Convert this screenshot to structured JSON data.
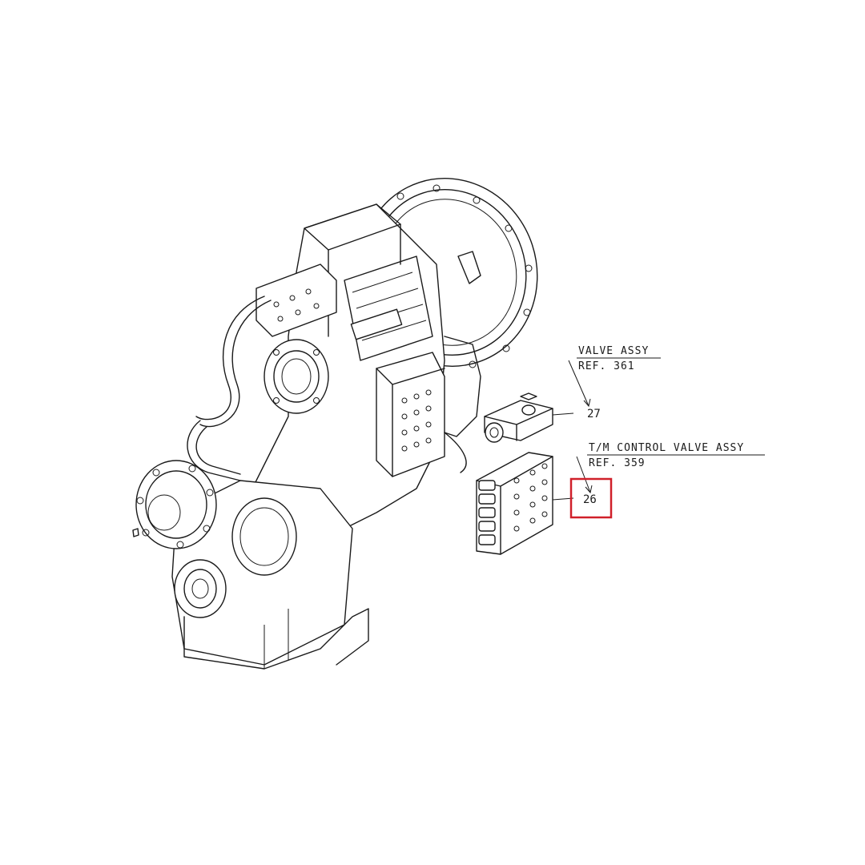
{
  "callouts": [
    {
      "title": "VALVE ASSY",
      "ref": "REF. 361",
      "number": "27"
    },
    {
      "title": "T/M CONTROL VALVE ASSY",
      "ref": "REF. 359",
      "number": "26"
    }
  ],
  "highlight": {
    "item": "26",
    "color": "#d0202a"
  },
  "colors": {
    "line": "#1a1a1a",
    "background": "#ffffff"
  }
}
